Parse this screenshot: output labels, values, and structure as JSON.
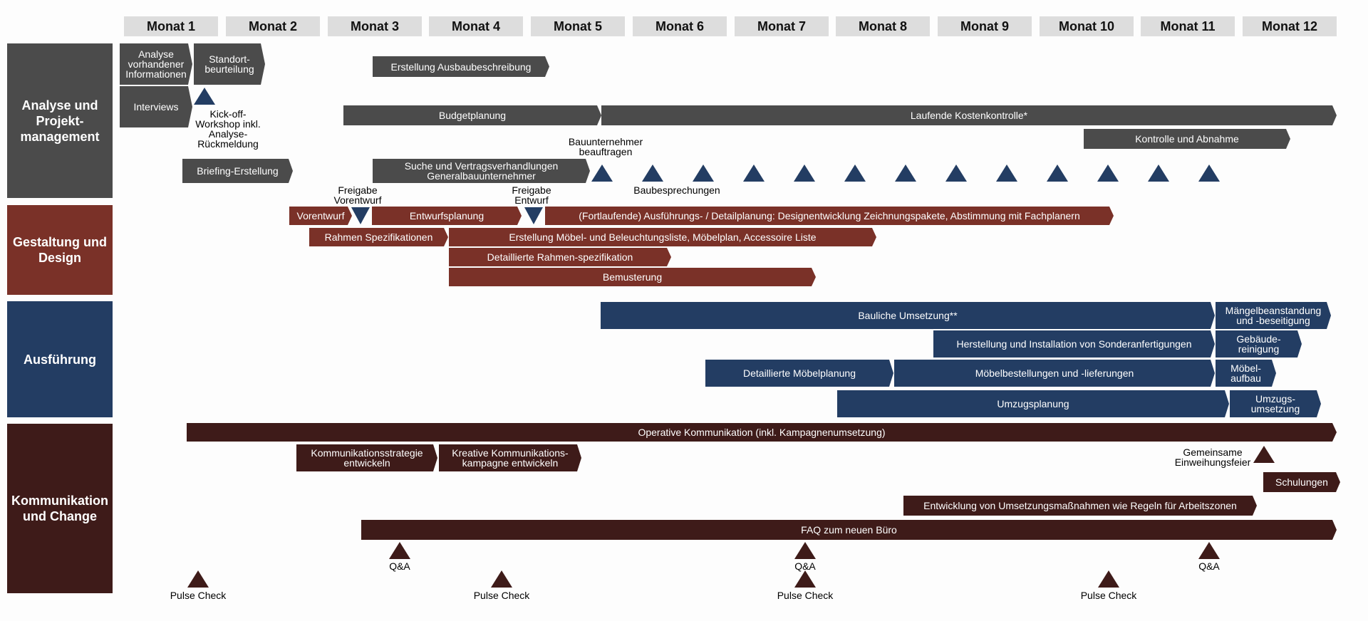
{
  "months": [
    "Monat 1",
    "Monat 2",
    "Monat 3",
    "Monat 4",
    "Monat 5",
    "Monat 6",
    "Monat 7",
    "Monat 8",
    "Monat 9",
    "Monat 10",
    "Monat 11",
    "Monat 12"
  ],
  "categories": [
    {
      "label": "Analyse und\nProjekt-\nmanagement",
      "color": "#4b4b4b"
    },
    {
      "label": "Gestaltung und\nDesign",
      "color": "#7a3128"
    },
    {
      "label": "Ausführung",
      "color": "#233d63"
    },
    {
      "label": "Kommunikation\nund Change",
      "color": "#3e1b19"
    }
  ],
  "bars": {
    "analyse_info": "Analyse\nvorhandener\nInformationen",
    "standort": "Standort-\nbeurteilung",
    "interviews": "Interviews",
    "briefing": "Briefing-Erstellung",
    "ausbaubeschreibung": "Erstellung Ausbaubeschreibung",
    "budgetplanung": "Budgetplanung",
    "kostenkontrolle": "Laufende Kostenkontrolle*",
    "kontrolle_abnahme": "Kontrolle und Abnahme",
    "suche_gu": "Suche und Vertragsverhandlungen\nGeneralbauunternehmer",
    "vorentwurf": "Vorentwurf",
    "entwurfsplanung": "Entwurfsplanung",
    "ausfuehrungsplanung": "(Fortlaufende) Ausführungs- / Detailplanung: Designentwicklung Zeichnungspakete, Abstimmung mit Fachplanern",
    "rahmen_spez": "Rahmen Spezifikationen",
    "moebelliste": "Erstellung Möbel-  und Beleuchtungsliste,  Möbelplan, Accessoire Liste",
    "detail_rahmen": "Detaillierte Rahmen-spezifikation",
    "bemusterung": "Bemusterung",
    "bauliche_umsetzung": "Bauliche Umsetzung**",
    "maengel": "Mängelbeanstandung\nund -beseitigung",
    "sonderanfertigungen": "Herstellung und Installation  von Sonderanfertigungen",
    "gebaeudereinigung": "Gebäude-\nreinigung",
    "detail_moebel": "Detaillierte Möbelplanung",
    "moebelbestellung": "Möbelbestellungen und -lieferungen",
    "moebelaufbau": "Möbel-\naufbau",
    "umzugsplanung": "Umzugsplanung",
    "umzugsumsetzung": "Umzugs-\numsetzung",
    "operative_komm": "Operative Kommunikation (inkl. Kampagnenumsetzung)",
    "komm_strategie": "Kommunikationsstrategie\nentwickeln",
    "kreative_kampagne": "Kreative Kommunikations-\nkampagne entwickeln",
    "schulungen": "Schulungen",
    "umsetzungsmassnahmen": "Entwicklung von Umsetzungsmaßnahmen wie Regeln für Arbeitszonen",
    "faq": "FAQ zum neuen Büro"
  },
  "milestones": {
    "kickoff": "Kick-off-\nWorkshop inkl.\nAnalyse-\nRückmeldung",
    "bauunternehmer": "Bauunternehmer\nbeauftragen",
    "baubesprechungen": "Baubesprechungen",
    "freigabe_vorentwurf": "Freigabe\nVorentwurf",
    "freigabe_entwurf": "Freigabe\nEntwurf",
    "einweihungsfeier": "Gemeinsame\nEinweihungsfeier",
    "qa": "Q&A",
    "pulse_check": "Pulse Check"
  }
}
